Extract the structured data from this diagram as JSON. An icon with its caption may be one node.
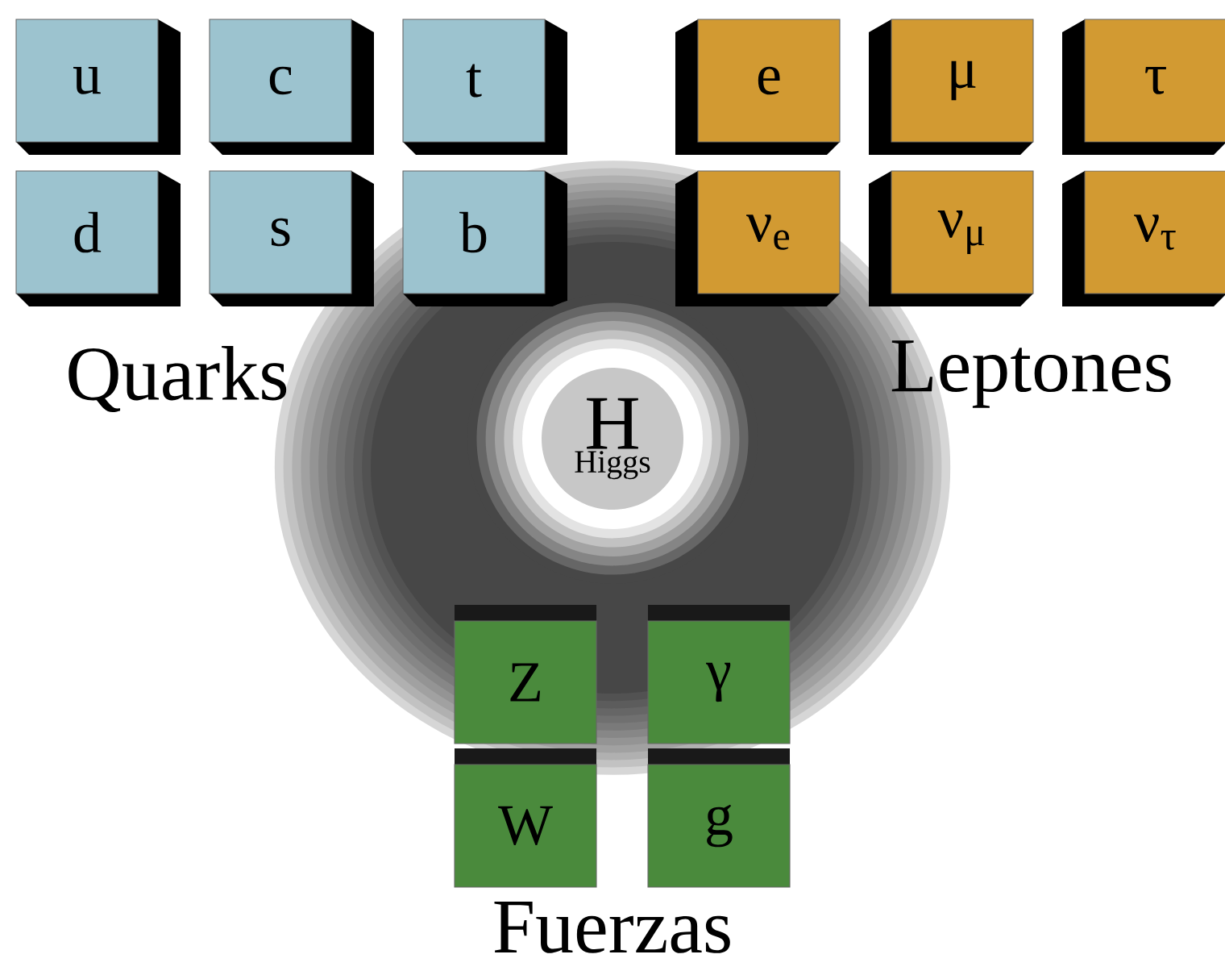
{
  "diagram": {
    "nodes": [
      {
        "text": [
          "u"
        ]
      },
      {
        "text": [
          "c"
        ]
      },
      {
        "text": [
          "t"
        ]
      },
      {
        "text": [
          "e"
        ]
      },
      {
        "text": [
          "μ"
        ]
      },
      {
        "text": [
          "τ"
        ]
      },
      {
        "text": [
          "d"
        ]
      },
      {
        "text": [
          "s"
        ]
      },
      {
        "text": [
          "b"
        ]
      },
      {
        "text": [
          "ν$_{e}$"
        ]
      },
      {
        "text": [
          "ν$_{μ}$"
        ]
      },
      {
        "text": [
          "ν$_{τ}$"
        ]
      },
      {
        "text": [
          "H",
          "Higgs"
        ]
      },
      {
        "text": [
          "Z"
        ]
      },
      {
        "text": [
          "γ"
        ]
      },
      {
        "text": [
          "W"
        ]
      },
      {
        "text": [
          "g"
        ]
      }
    ],
    "labels": [
      "Quarks",
      "Leptones",
      "Fuerzas"
    ]
  }
}
